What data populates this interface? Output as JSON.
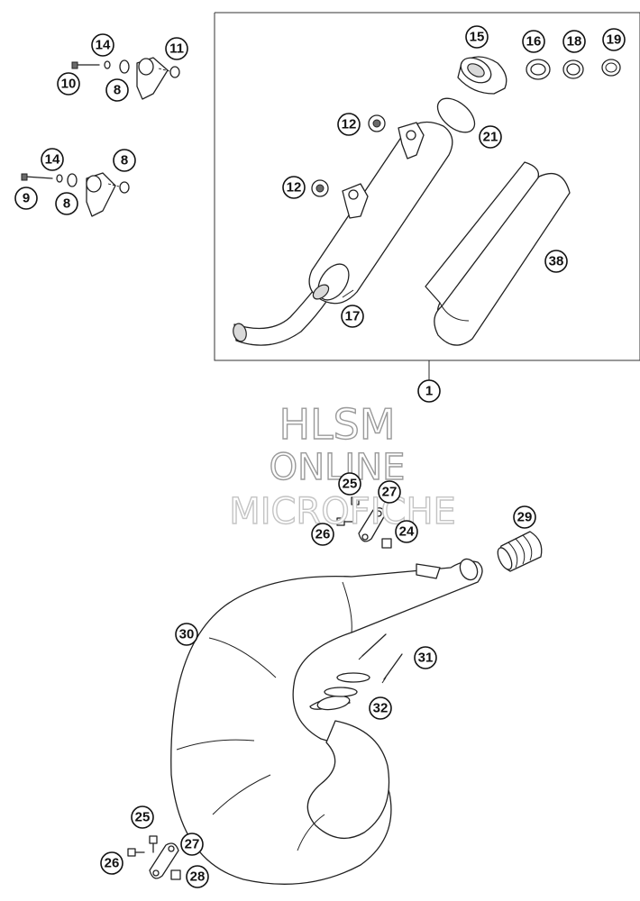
{
  "callouts": {
    "c1": "1",
    "c8a": "8",
    "c8b": "8",
    "c8c": "8",
    "c9": "9",
    "c10": "10",
    "c11": "11",
    "c12a": "12",
    "c12b": "12",
    "c14a": "14",
    "c14b": "14",
    "c15": "15",
    "c16": "16",
    "c17": "17",
    "c18": "18",
    "c19": "19",
    "c21": "21",
    "c24": "24",
    "c25a": "25",
    "c25b": "25",
    "c26a": "26",
    "c26b": "26",
    "c27a": "27",
    "c27b": "27",
    "c28": "28",
    "c29": "29",
    "c30": "30",
    "c31": "31",
    "c32": "32",
    "c38": "38"
  },
  "watermark": {
    "line1": "HLSM",
    "line2": "ONLINE",
    "line3": "MICROFICHE"
  }
}
